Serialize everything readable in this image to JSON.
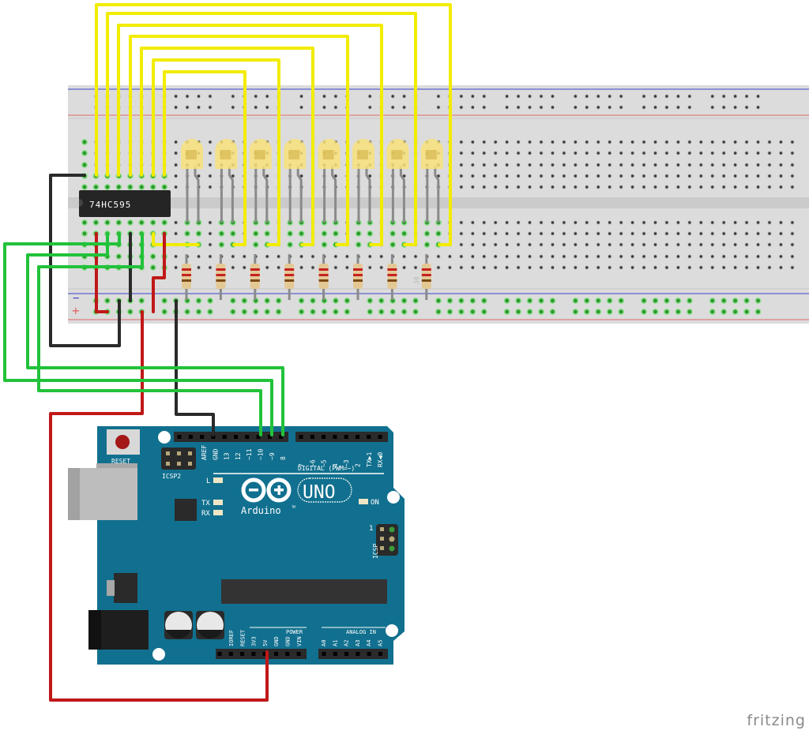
{
  "app": {
    "watermark": "fritzing"
  },
  "colors": {
    "breadboard": "#dcdcdc",
    "breadboard_gap": "#cbcbcb",
    "rail_blue": "#3a44c8",
    "rail_red": "#e06a6a",
    "hole": "#3a3a3a",
    "hole_connected": "#2f9a2f",
    "wire_yellow": "#f2ec00",
    "wire_green": "#22c23a",
    "wire_red": "#c01818",
    "wire_black": "#2a2a2a",
    "arduino_board": "#11708f",
    "led_body": "#f8e27a",
    "resistor_body": "#e4c894"
  },
  "breadboard": {
    "rail_minus_label": "−",
    "rail_plus_label": "+",
    "column_marker": "30"
  },
  "chip": {
    "label": "74HC595"
  },
  "leds": {
    "count": 8,
    "color": "yellow"
  },
  "resistors": {
    "count": 8,
    "bands": [
      "red",
      "red",
      "brown"
    ]
  },
  "arduino": {
    "reset_label": "RESET",
    "icsp2_label": "ICSP2",
    "icsp_label": "ICSP",
    "icsp_pin1": "1",
    "logo_text": "Arduino",
    "logo_tm": "TM",
    "model": "UNO",
    "led_labels": {
      "l": "L",
      "tx": "TX",
      "rx": "RX",
      "on": "ON"
    },
    "digital_title": "DIGITAL (PWM=~)",
    "digital_left_pins": [
      "AREF",
      "GND",
      "13",
      "12",
      "~11",
      "~10",
      "~9",
      "8"
    ],
    "digital_right_pins": [
      "7",
      "~6",
      "~5",
      "4",
      "~3",
      "2",
      "TX▶1",
      "RX◀0"
    ],
    "power_title": "POWER",
    "power_pins": [
      "IOREF",
      "RESET",
      "3V3",
      "5V",
      "GND",
      "GND",
      "VIN"
    ],
    "analog_title": "ANALOG IN",
    "analog_pins": [
      "A0",
      "A1",
      "A2",
      "A3",
      "A4",
      "A5"
    ]
  },
  "connections": [
    {
      "from": "Arduino GND",
      "to": "Breadboard GND rail",
      "color": "black"
    },
    {
      "from": "Arduino 5V",
      "to": "Breadboard + rail",
      "color": "red"
    },
    {
      "from": "Arduino ~10",
      "to": "74HC595 pin",
      "color": "green"
    },
    {
      "from": "Arduino ~9",
      "to": "74HC595 pin",
      "color": "green"
    },
    {
      "from": "Arduino 8",
      "to": "74HC595 pin",
      "color": "green"
    },
    {
      "from": "74HC595 Q outputs",
      "to": "LED anodes",
      "color": "yellow"
    }
  ]
}
